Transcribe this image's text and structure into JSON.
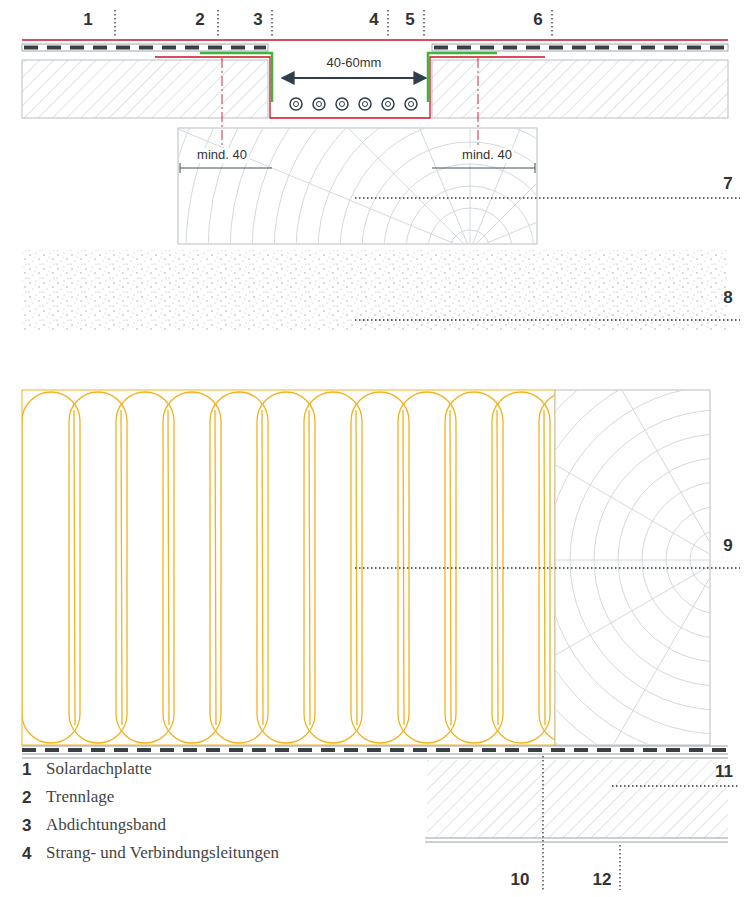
{
  "diagram": {
    "labels": [
      "1",
      "2",
      "3",
      "4",
      "5",
      "6",
      "40-60mm",
      "mind. 40",
      "mind. 40",
      "7",
      "8",
      "9",
      "11",
      "10",
      "12",
      "1",
      "Solardachplatte",
      "2",
      "Trennlage",
      "3",
      "Abdichtungsband",
      "4",
      "Strang- und Verbindungsleitungen"
    ]
  }
}
